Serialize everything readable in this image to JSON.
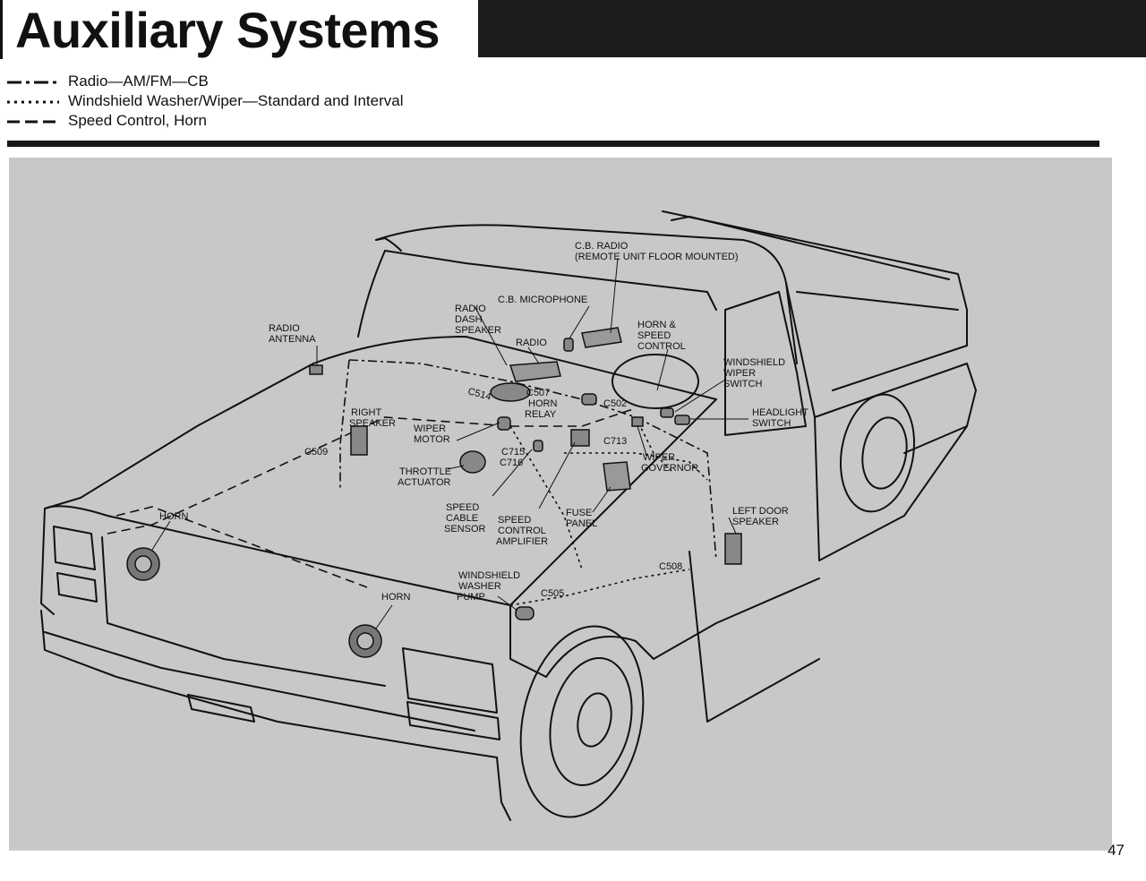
{
  "header": {
    "title": "Auxiliary Systems"
  },
  "legend": [
    {
      "style": "dash-dot",
      "text": "Radio—AM/FM—CB"
    },
    {
      "style": "dotted",
      "text": "Windshield Washer/Wiper—Standard and Interval"
    },
    {
      "style": "dashed",
      "text": "Speed Control, Horn"
    }
  ],
  "diagram": {
    "labels": {
      "cb_radio_1": "C.B. RADIO",
      "cb_radio_2": "(REMOTE UNIT FLOOR MOUNTED)",
      "cb_microphone": "C.B. MICROPHONE",
      "radio_dash_speaker_1": "RADIO",
      "radio_dash_speaker_2": "DASH",
      "radio_dash_speaker_3": "SPEAKER",
      "radio": "RADIO",
      "horn_speed_control_1": "HORN &",
      "horn_speed_control_2": "SPEED",
      "horn_speed_control_3": "CONTROL",
      "radio_antenna_1": "RADIO",
      "radio_antenna_2": "ANTENNA",
      "windshield_wiper_switch_1": "WINDSHIELD",
      "windshield_wiper_switch_2": "WIPER",
      "windshield_wiper_switch_3": "SWITCH",
      "c514": "C514",
      "c507": "C507",
      "horn_relay_1": "HORN",
      "horn_relay_2": "RELAY",
      "c502": "C502",
      "headlight_switch_1": "HEADLIGHT",
      "headlight_switch_2": "SWITCH",
      "right_speaker_1": "RIGHT",
      "right_speaker_2": "SPEAKER",
      "wiper_motor_1": "WIPER",
      "wiper_motor_2": "MOTOR",
      "c713": "C713",
      "wiper_governor_1": "WIPER",
      "wiper_governor_2": "GOVERNOR",
      "c509": "C509",
      "c715": "C715",
      "c716": "C716",
      "throttle_actuator_1": "THROTTLE",
      "throttle_actuator_2": "ACTUATOR",
      "speed_cable_sensor_1": "SPEED",
      "speed_cable_sensor_2": "CABLE",
      "speed_cable_sensor_3": "SENSOR",
      "speed_control_amplifier_1": "SPEED",
      "speed_control_amplifier_2": "CONTROL",
      "speed_control_amplifier_3": "AMPLIFIER",
      "fuse_panel_1": "FUSE",
      "fuse_panel_2": "PANEL",
      "left_door_speaker_1": "LEFT DOOR",
      "left_door_speaker_2": "SPEAKER",
      "horn_left": "HORN",
      "horn_right": "HORN",
      "c508": "C508",
      "windshield_washer_pump_1": "WINDSHIELD",
      "windshield_washer_pump_2": "WASHER",
      "windshield_washer_pump_3": "PUMP",
      "c505": "C505"
    }
  },
  "footer": {
    "page_number": "47"
  }
}
